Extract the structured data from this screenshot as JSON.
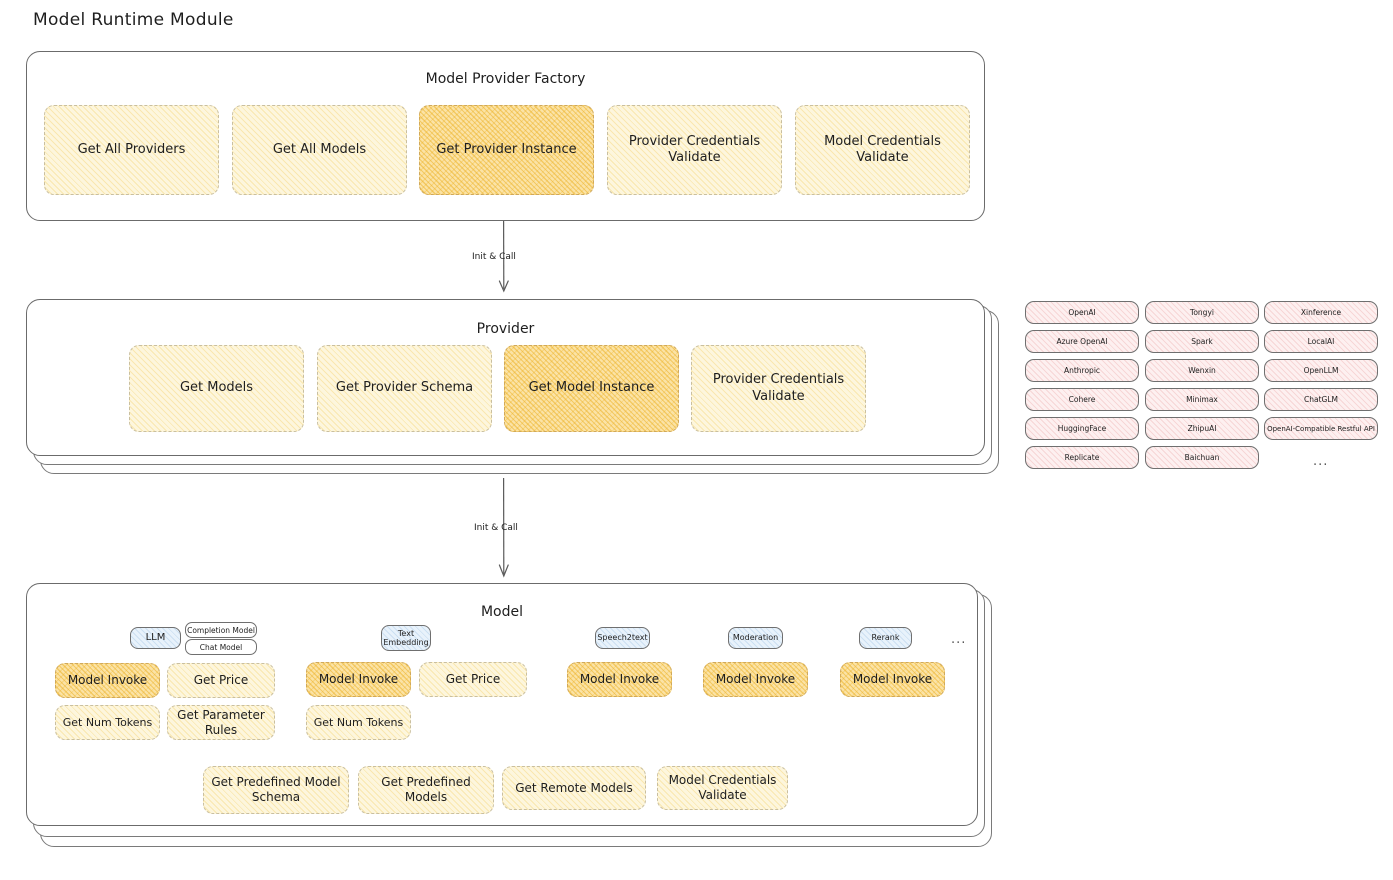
{
  "page": {
    "title": "Model Runtime Module"
  },
  "colors": {
    "node_fill": "#fdf6dd",
    "node_highlight_fill": "#fbe3a6",
    "provider_chip_fill": "#fdf0f0",
    "badge_fill": "#e8f2fb",
    "stroke": "#6b6b6b",
    "text": "#1e1e1e"
  },
  "factory": {
    "title": "Model Provider Factory",
    "nodes": [
      {
        "label": "Get All Providers",
        "highlighted": false
      },
      {
        "label": "Get All Models",
        "highlighted": false
      },
      {
        "label": "Get Provider Instance",
        "highlighted": true
      },
      {
        "label": "Provider Credentials Validate",
        "highlighted": false
      },
      {
        "label": "Model Credentials Validate",
        "highlighted": false
      }
    ]
  },
  "arrows": {
    "factory_to_provider": "Init & Call",
    "provider_to_model": "Init & Call"
  },
  "provider": {
    "title": "Provider",
    "nodes": [
      {
        "label": "Get Models",
        "highlighted": false
      },
      {
        "label": "Get Provider Schema",
        "highlighted": false
      },
      {
        "label": "Get Model Instance",
        "highlighted": true
      },
      {
        "label": "Provider Credentials Validate",
        "highlighted": false
      }
    ]
  },
  "provider_list": {
    "columns": [
      [
        "OpenAI",
        "Azure OpenAI",
        "Anthropic",
        "Cohere",
        "HuggingFace",
        "Replicate"
      ],
      [
        "Tongyi",
        "Spark",
        "Wenxin",
        "Minimax",
        "ZhipuAI",
        "Baichuan"
      ],
      [
        "Xinference",
        "LocalAI",
        "OpenLLM",
        "ChatGLM",
        "OpenAI-Compatible Restful API"
      ]
    ],
    "more_indicator": "..."
  },
  "model": {
    "title": "Model",
    "more_indicator": "...",
    "types": [
      {
        "badge": "LLM",
        "tags": [
          "Completion Model",
          "Chat Model"
        ],
        "nodes": [
          {
            "label": "Model Invoke",
            "highlighted": true
          },
          {
            "label": "Get Price",
            "highlighted": false
          },
          {
            "label": "Get Num Tokens",
            "highlighted": false
          },
          {
            "label": "Get Parameter Rules",
            "highlighted": false
          }
        ]
      },
      {
        "badge": "Text Embedding",
        "tags": [],
        "nodes": [
          {
            "label": "Model Invoke",
            "highlighted": true
          },
          {
            "label": "Get Price",
            "highlighted": false
          },
          {
            "label": "Get Num Tokens",
            "highlighted": false
          }
        ]
      },
      {
        "badge": "Speech2text",
        "tags": [],
        "nodes": [
          {
            "label": "Model Invoke",
            "highlighted": true
          }
        ]
      },
      {
        "badge": "Moderation",
        "tags": [],
        "nodes": [
          {
            "label": "Model Invoke",
            "highlighted": true
          }
        ]
      },
      {
        "badge": "Rerank",
        "tags": [],
        "nodes": [
          {
            "label": "Model Invoke",
            "highlighted": true
          }
        ]
      }
    ],
    "common_nodes": [
      {
        "label": "Get Predefined Model Schema",
        "highlighted": false
      },
      {
        "label": "Get Predefined Models",
        "highlighted": false
      },
      {
        "label": "Get Remote Models",
        "highlighted": false
      },
      {
        "label": "Model Credentials Validate",
        "highlighted": false
      }
    ]
  }
}
